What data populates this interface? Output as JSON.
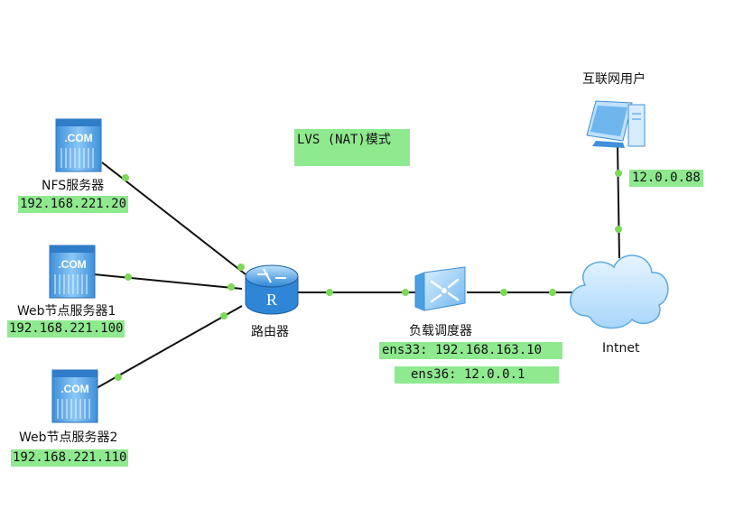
{
  "title": "LVS (NAT)模式",
  "nodes": {
    "nfs": {
      "name": "NFS服务器",
      "ip": "192.168.221.20",
      "icon": "server-icon",
      "icon_text": ".COM"
    },
    "web1": {
      "name": "Web节点服务器1",
      "ip": "192.168.221.100",
      "icon": "server-icon",
      "icon_text": ".COM"
    },
    "web2": {
      "name": "Web节点服务器2",
      "ip": "192.168.221.110",
      "icon": "server-icon",
      "icon_text": ".COM"
    },
    "router": {
      "name": "路由器",
      "icon": "router-icon",
      "icon_text": "R"
    },
    "lb": {
      "name": "负载调度器",
      "ens33": "ens33: 192.168.163.10",
      "ens36": "ens36: 12.0.0.1",
      "icon": "load-balancer-icon"
    },
    "internet": {
      "name": "Intnet",
      "icon": "cloud-icon"
    },
    "user": {
      "name": "互联网用户",
      "ip": "12.0.0.88",
      "icon": "pc-icon"
    }
  },
  "colors": {
    "label_bg": "#8fe98f",
    "link": "#111111",
    "port": "#7ed957",
    "icon_blue": "#4a9fe4",
    "icon_light": "#cce8ff"
  }
}
